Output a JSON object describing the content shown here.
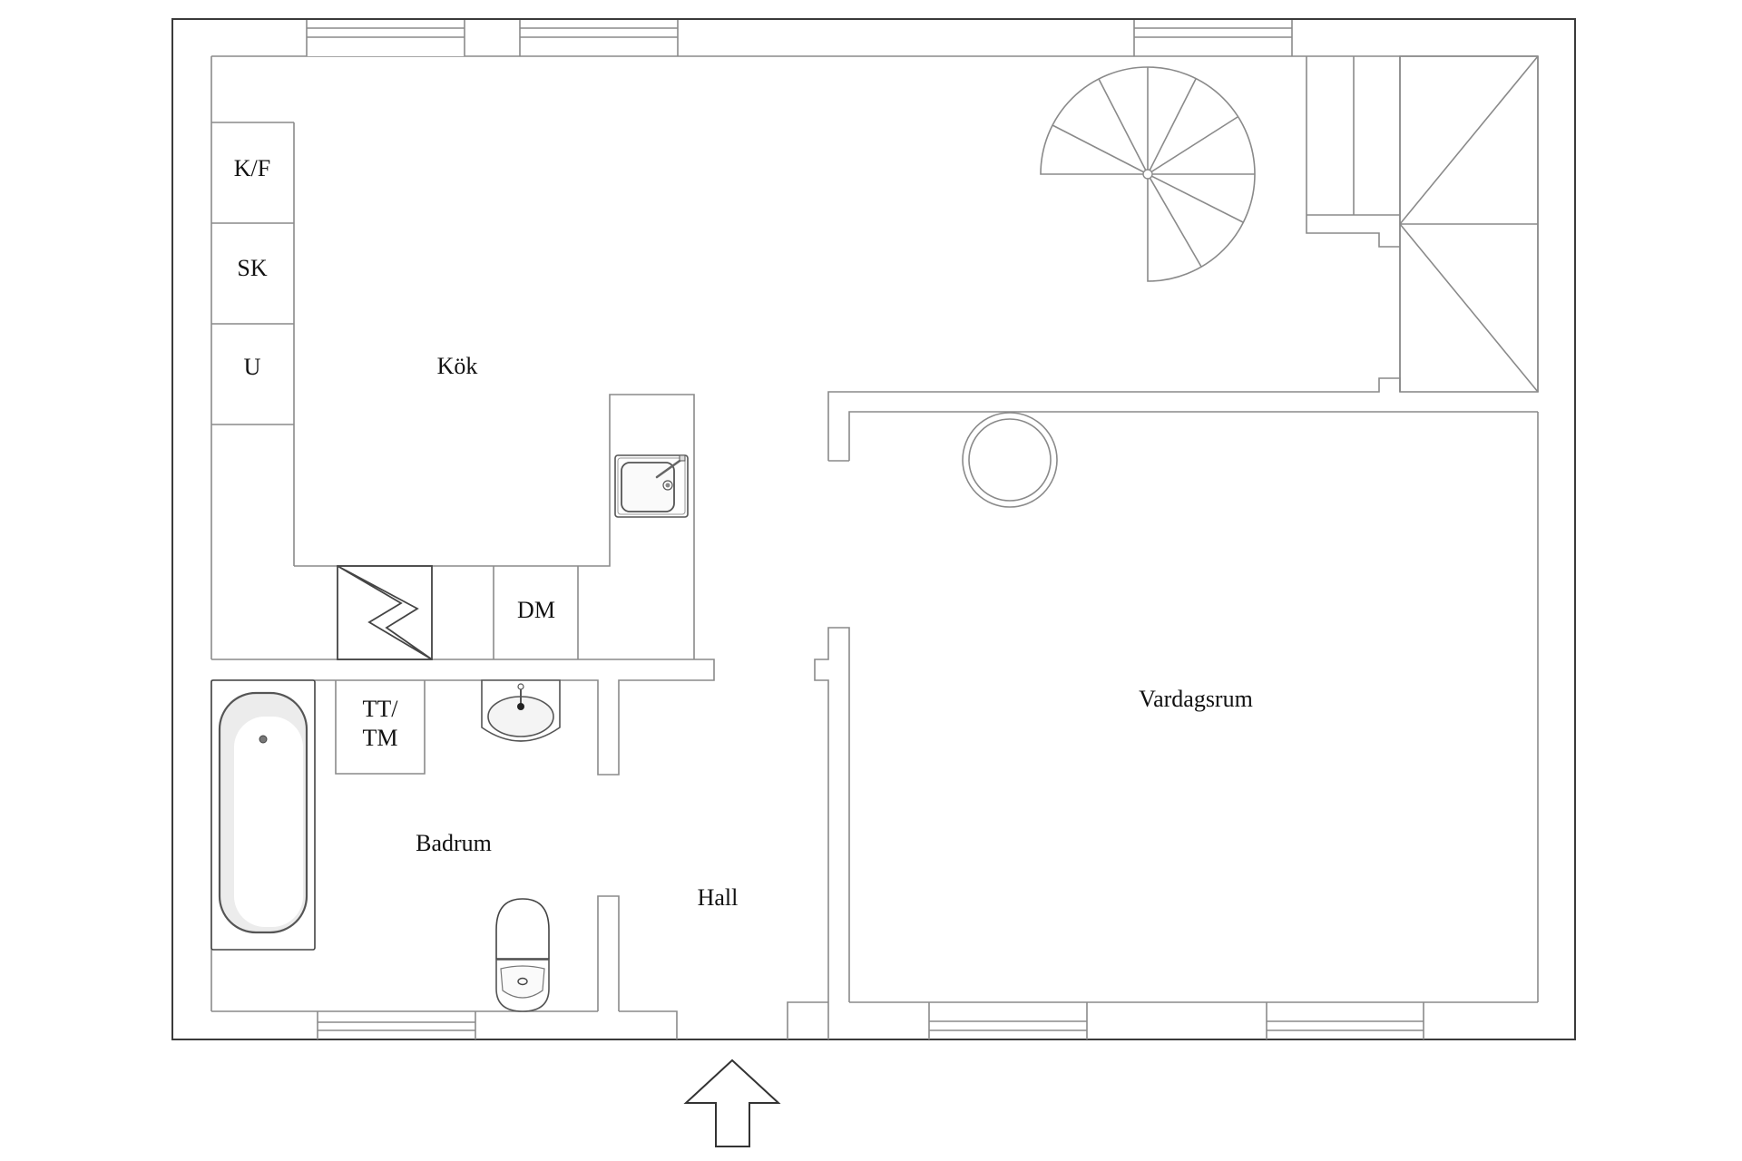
{
  "plan": {
    "rooms": {
      "kitchen": "Kök",
      "living_room": "Vardagsrum",
      "bathroom": "Badrum",
      "hall": "Hall"
    },
    "fixtures": {
      "fridge_freezer": "K/F",
      "cabinet": "SK",
      "oven": "U",
      "dishwasher": "DM",
      "washer_dryer_line1": "TT/",
      "washer_dryer_line2": "TM"
    },
    "entrance_arrow": "entrance-arrow",
    "colors": {
      "outer_wall": "#3a3a3a",
      "inner_line": "#8a8a8a",
      "background": "#ffffff"
    }
  }
}
